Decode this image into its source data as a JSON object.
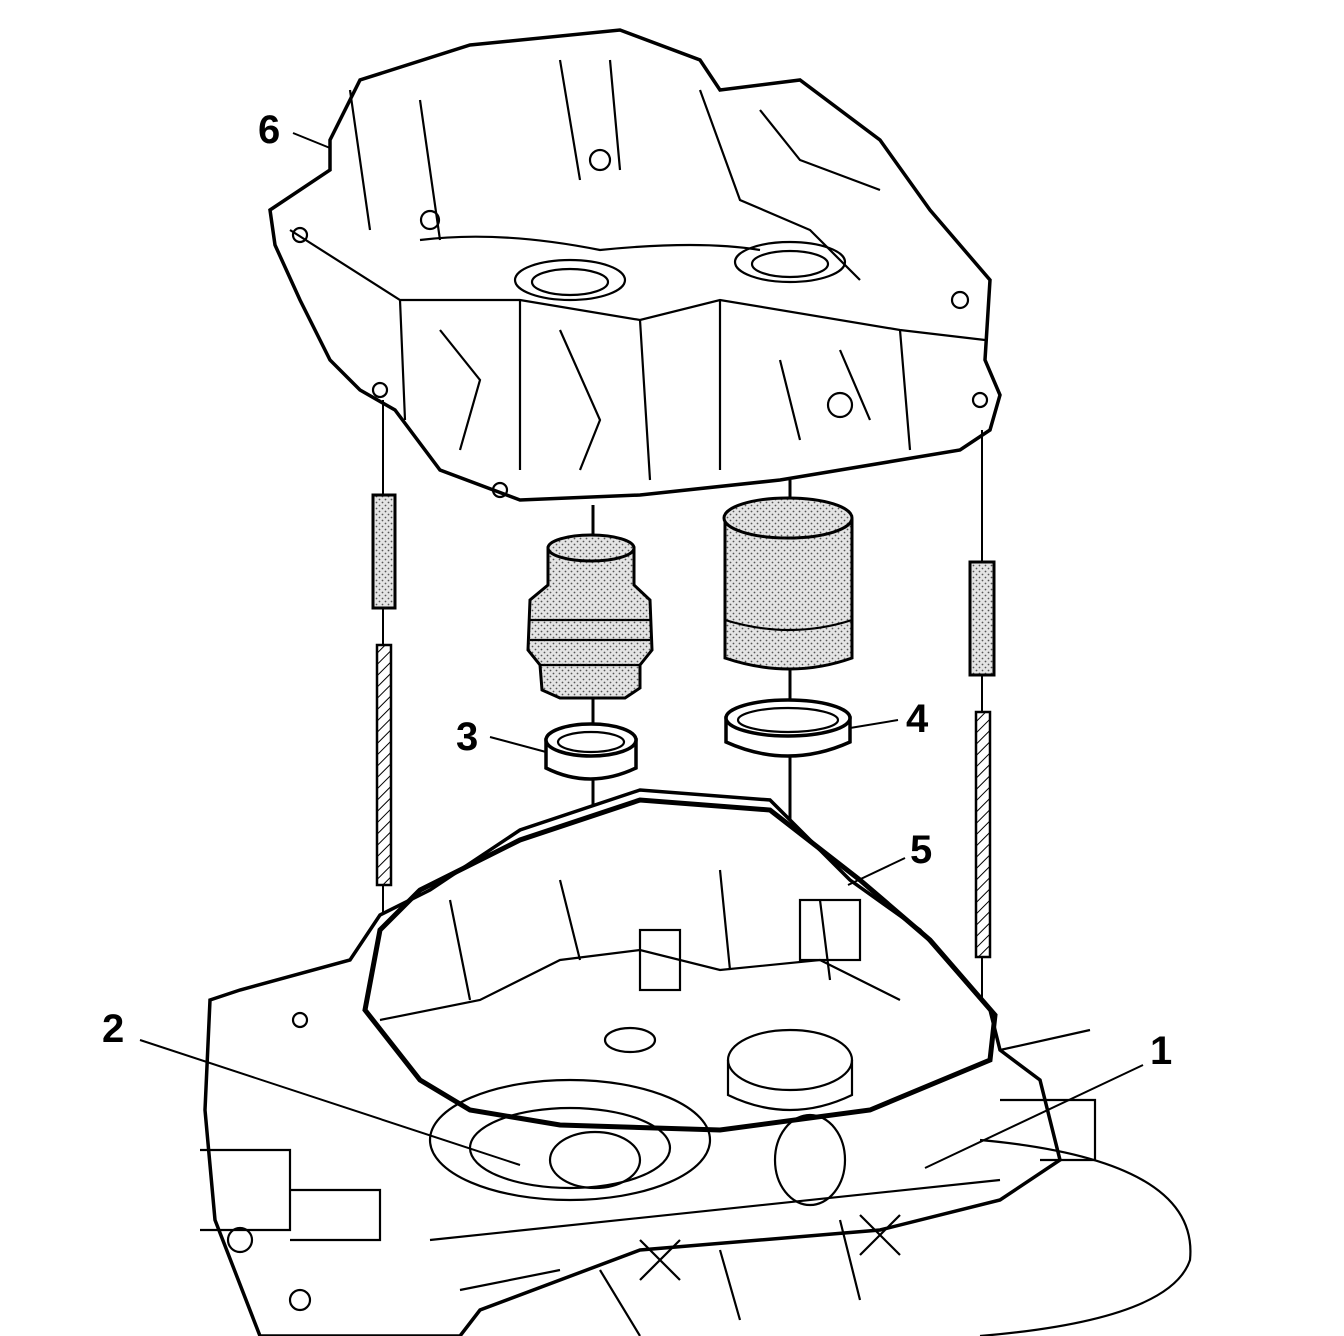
{
  "callouts": [
    {
      "id": "1",
      "label": "1"
    },
    {
      "id": "2",
      "label": "2"
    },
    {
      "id": "3",
      "label": "3"
    },
    {
      "id": "4",
      "label": "4"
    },
    {
      "id": "5",
      "label": "5"
    },
    {
      "id": "6",
      "label": "6"
    }
  ],
  "colors": {
    "line": "#000000",
    "background": "#ffffff",
    "stipple": "#888888"
  }
}
